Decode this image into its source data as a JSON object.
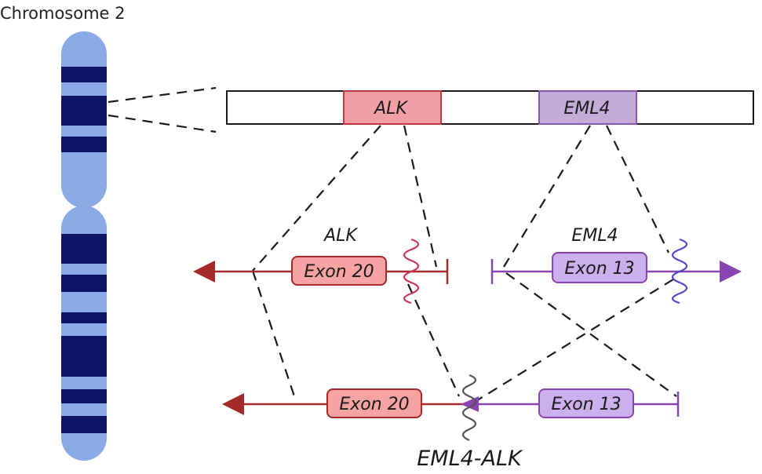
{
  "title": "Chromosome 2",
  "chromosome_bar": {
    "genes": [
      {
        "label": "ALK",
        "fill": "#f0a0a4",
        "stroke": "#c0393f"
      },
      {
        "label": "EML4",
        "fill": "#c4acd8",
        "stroke": "#8a55b0"
      }
    ]
  },
  "alk_gene": {
    "label": "ALK",
    "exon_label": "Exon 20",
    "color": "#a52a2a",
    "exon_fill": "#f6a3a3",
    "wave_color": "#cc3355"
  },
  "eml4_gene": {
    "label": "EML4",
    "exon_label": "Exon 13",
    "color": "#8844b0",
    "exon_fill": "#ccb0ee",
    "wave_color": "#5544cc"
  },
  "fusion": {
    "label": "EML4-ALK",
    "alk_exon_label": "Exon 20",
    "eml4_exon_label": "Exon 13",
    "wave_color": "#555555"
  },
  "colors": {
    "chromosome_light": "#8aaae6",
    "chromosome_dark": "#0d1466"
  }
}
